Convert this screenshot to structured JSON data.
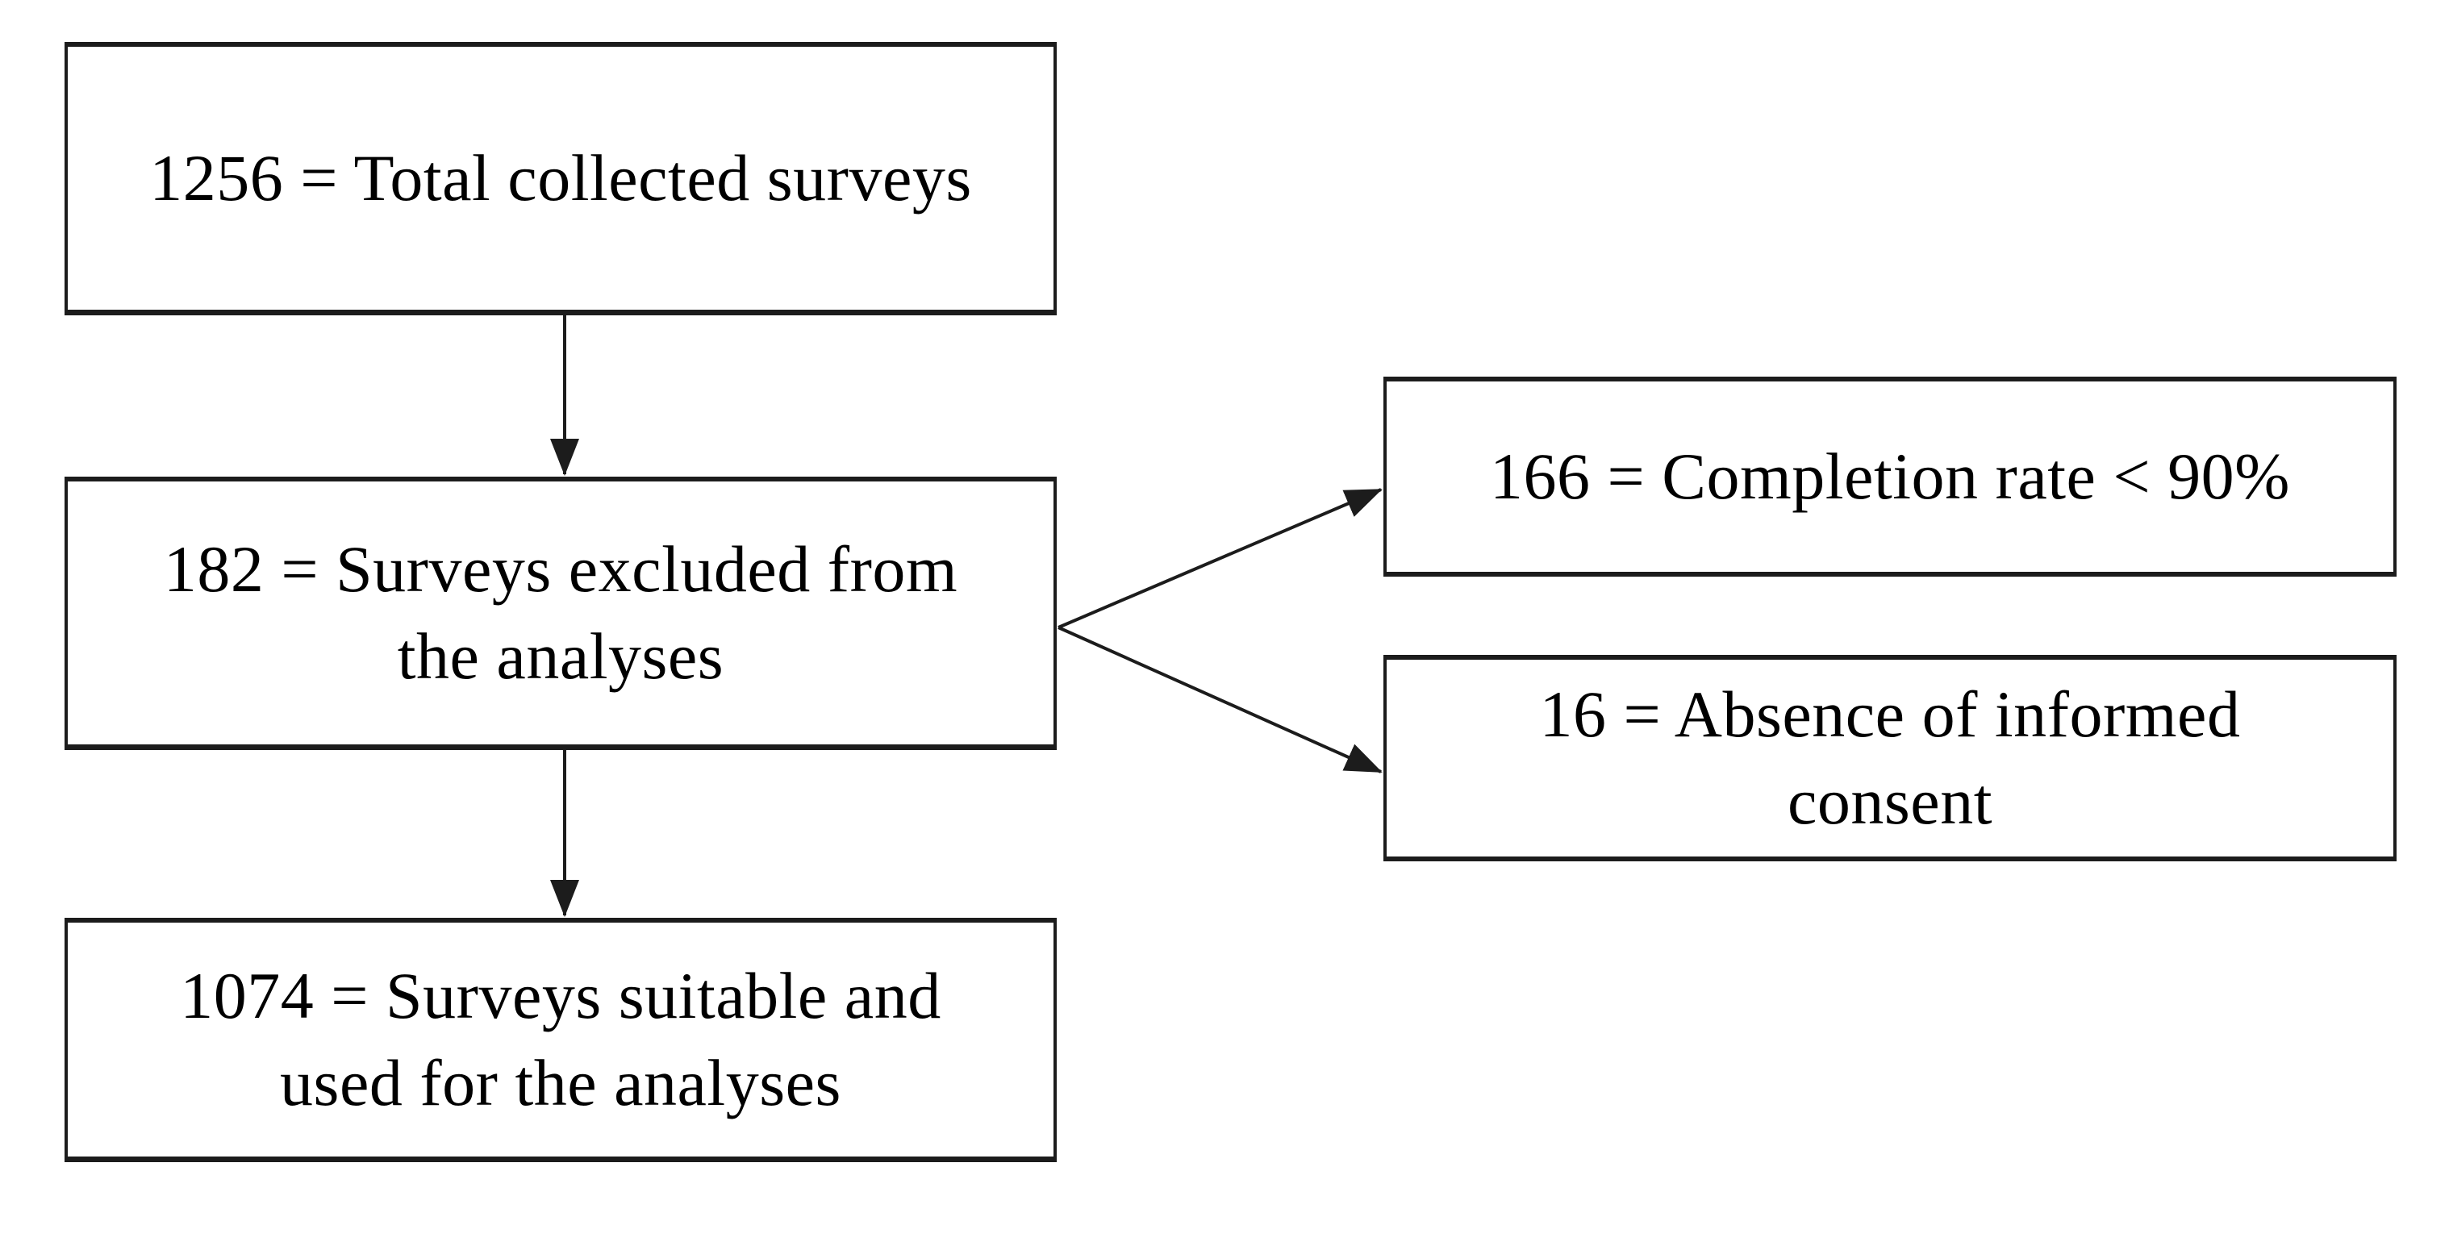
{
  "diagram": {
    "type": "flowchart",
    "background_color": "#ffffff",
    "line_color": "#1c1c1c",
    "text_color": "#000000",
    "nodes": [
      {
        "id": "total",
        "value": 1256,
        "label": "1256 = Total collected surveys"
      },
      {
        "id": "excluded",
        "value": 182,
        "label": "182 = Surveys excluded from\nthe analyses"
      },
      {
        "id": "suitable",
        "value": 1074,
        "label": "1074 = Surveys suitable and\nused for the analyses"
      },
      {
        "id": "completion",
        "value": 166,
        "label": "166 = Completion rate < 90%"
      },
      {
        "id": "consent",
        "value": 16,
        "label": "16 = Absence of informed\nconsent"
      }
    ],
    "edges": [
      {
        "from": "total",
        "to": "excluded",
        "style": "arrow-down"
      },
      {
        "from": "excluded",
        "to": "suitable",
        "style": "arrow-down"
      },
      {
        "from": "excluded",
        "to": "completion",
        "style": "arrow-diagonal-up-right"
      },
      {
        "from": "excluded",
        "to": "consent",
        "style": "arrow-diagonal-down-right"
      }
    ]
  }
}
